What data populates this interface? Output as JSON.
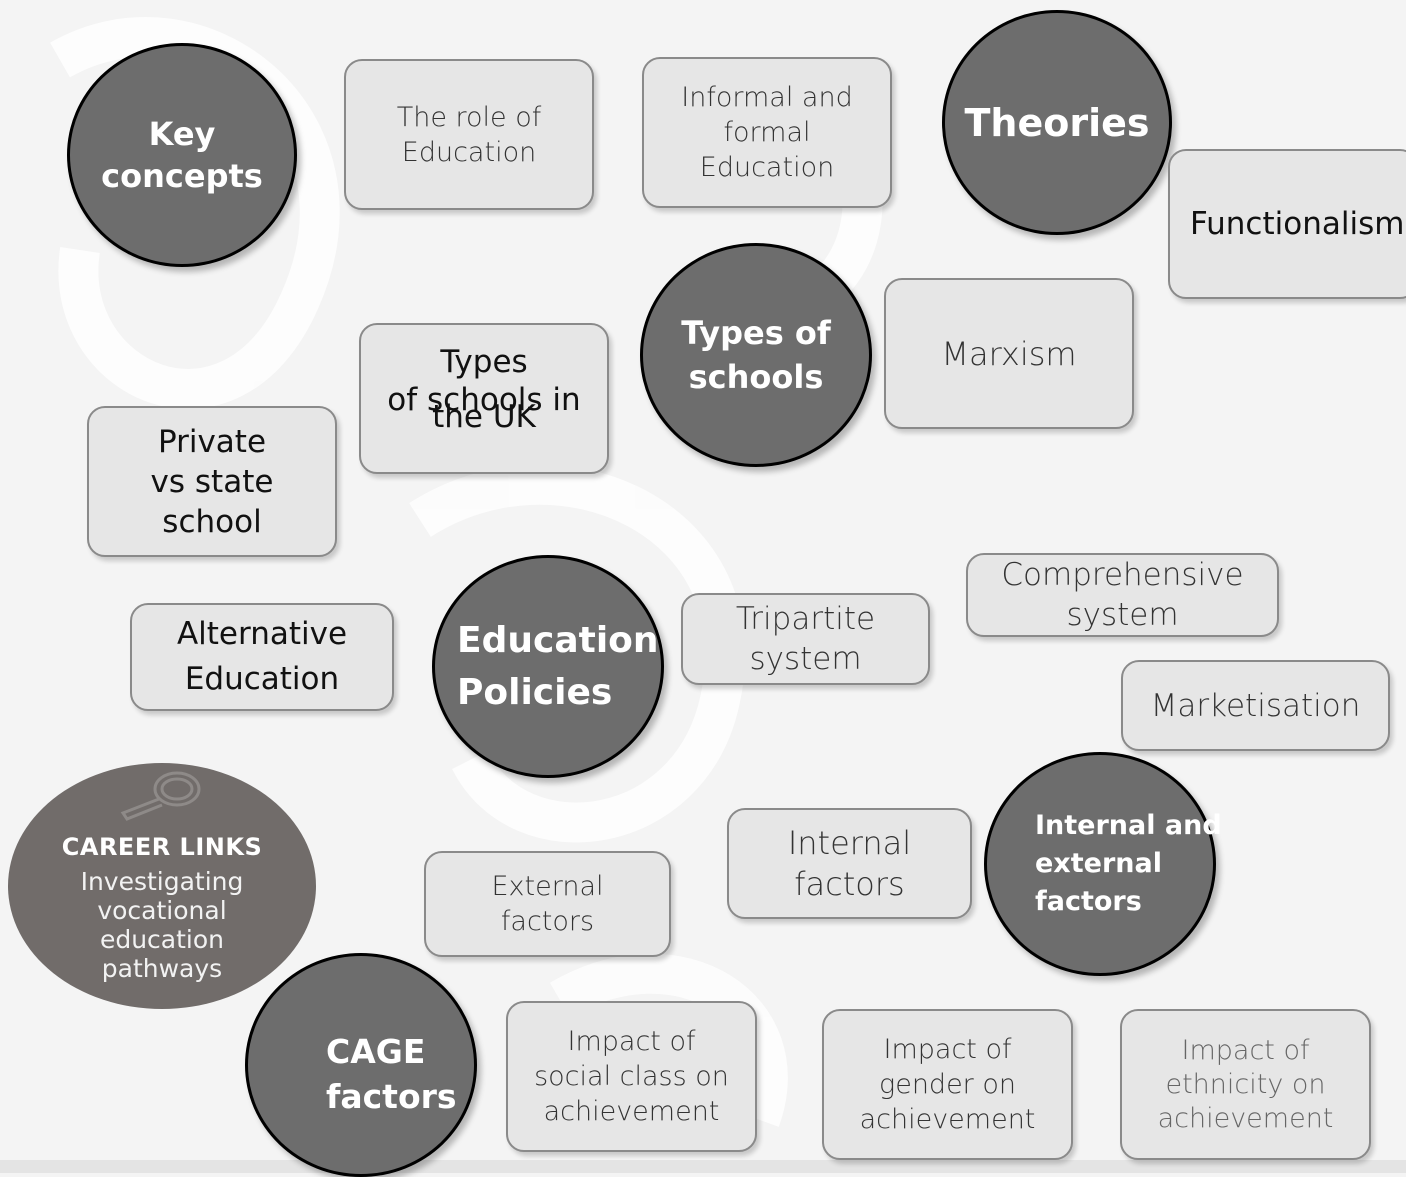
{
  "hubs": {
    "key_concepts": [
      "Key",
      "concepts"
    ],
    "theories": [
      "Theories"
    ],
    "types_of_schools": [
      "Types of",
      "schools"
    ],
    "education_policies": [
      "Education",
      "Policies"
    ],
    "internal_external": [
      "Internal and",
      "external",
      "factors"
    ],
    "cage": [
      "CAGE",
      "factors"
    ]
  },
  "topics": {
    "role_of_education": [
      "The role of",
      "Education"
    ],
    "informal_formal": [
      "Informal and",
      "formal",
      "Education"
    ],
    "functionalism": [
      "Functionalism"
    ],
    "marxism": [
      "Marxism"
    ],
    "types_uk": [
      "Types",
      "of schools in",
      "the UK"
    ],
    "private_state": [
      "Private",
      "vs state",
      "school"
    ],
    "alternative": [
      "Alternative",
      "Education"
    ],
    "tripartite": [
      "Tripartite",
      "system"
    ],
    "comprehensive": [
      "Comprehensive",
      "system"
    ],
    "marketisation": [
      "Marketisation"
    ],
    "internal_factors": [
      "Internal",
      "factors"
    ],
    "external_factors": [
      "External",
      "factors"
    ],
    "social_class": [
      "Impact of",
      "social class on",
      "achievement"
    ],
    "gender": [
      "Impact of",
      "gender on",
      "achievement"
    ],
    "ethnicity": [
      "Impact of",
      "ethnicity on",
      "achievement"
    ]
  },
  "career": {
    "title": "CAREER LINKS",
    "lines": [
      "Investigating",
      "vocational",
      "education",
      "pathways"
    ],
    "icon": "magnifying-glass-icon"
  },
  "colors": {
    "hub_fill": "#6d6d6d",
    "box_fill": "#e6e6e6",
    "career_fill": "#716c6a"
  }
}
